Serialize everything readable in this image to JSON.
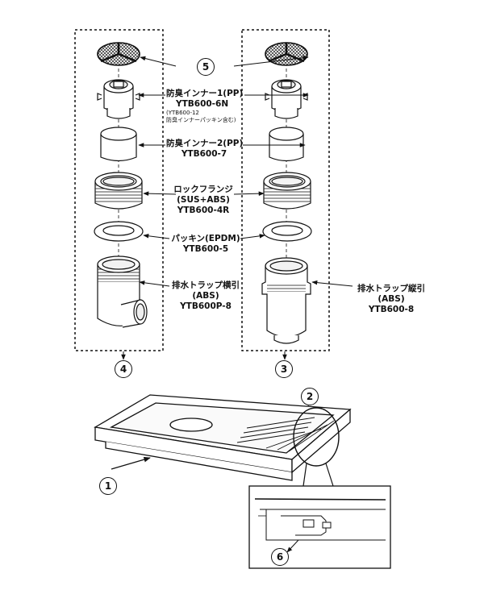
{
  "markers": {
    "m1": "1",
    "m2": "2",
    "m3": "3",
    "m4": "4",
    "m5": "5",
    "m6": "6"
  },
  "labels": {
    "inner1_name": "防臭インナー1(PP)",
    "inner1_code": "YTB600-6N",
    "inner1_note1": "(YTB600-12",
    "inner1_note2": "防臭インナーパッキン含む)",
    "inner2_name": "防臭インナー2(PP)",
    "inner2_code": "YTB600-7",
    "flange_name": "ロックフランジ",
    "flange_material": "(SUS+ABS)",
    "flange_code": "YTB600-4R",
    "packing_name": "パッキン(EPDM)",
    "packing_code": "YTB600-5",
    "trapH_name": "排水トラップ横引",
    "trapH_material": "(ABS)",
    "trapH_code": "YTB600P-8",
    "trapV_name": "排水トラップ縦引",
    "trapV_material": "(ABS)",
    "trapV_code": "YTB600-8"
  }
}
